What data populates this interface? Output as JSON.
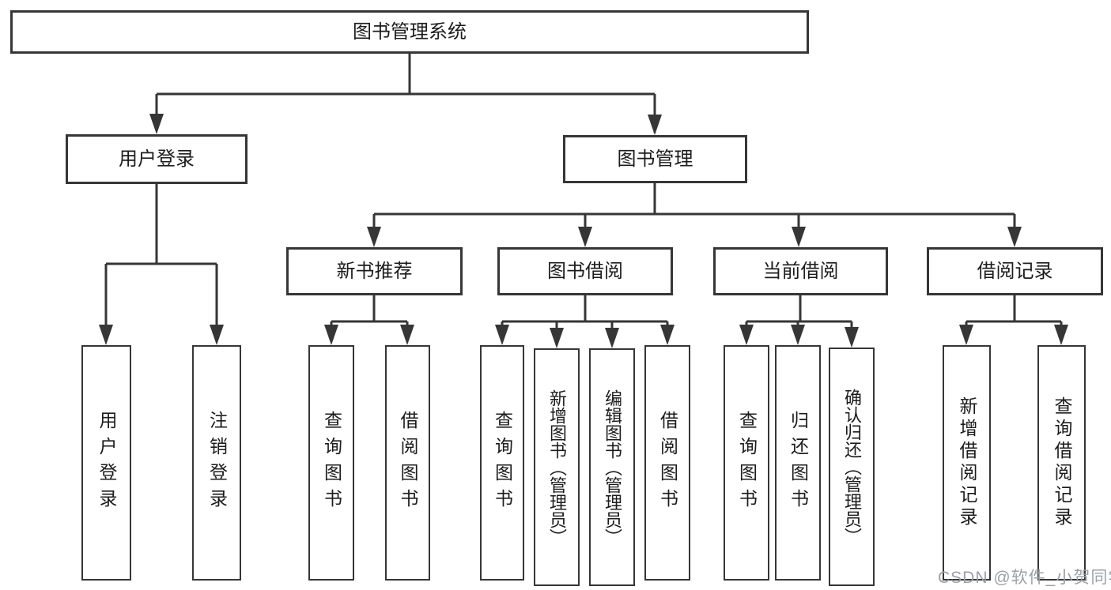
{
  "diagram": {
    "root": {
      "label": "图书管理系统"
    },
    "level2": {
      "user_login": {
        "label": "用户登录"
      },
      "book_mgmt": {
        "label": "图书管理"
      }
    },
    "level3": {
      "new_books": {
        "label": "新书推荐"
      },
      "borrowing": {
        "label": "图书借阅"
      },
      "current": {
        "label": "当前借阅"
      },
      "records": {
        "label": "借阅记录"
      }
    },
    "leaves": {
      "user_login": [
        {
          "label": "用户登录"
        },
        {
          "label": "注销登录"
        }
      ],
      "new_books": [
        {
          "label": "查询图书"
        },
        {
          "label": "借阅图书"
        }
      ],
      "borrowing": [
        {
          "label": "查询图书"
        },
        {
          "label": "新增图书（管理员）"
        },
        {
          "label": "编辑图书（管理员）"
        },
        {
          "label": "借阅图书"
        }
      ],
      "current": [
        {
          "label": "查询图书"
        },
        {
          "label": "归还图书"
        },
        {
          "label": "确认归还（管理员）"
        }
      ],
      "records": [
        {
          "label": "新增借阅记录"
        },
        {
          "label": "查询借阅记录"
        }
      ]
    },
    "watermark": "CSDN @软件_小贺同学",
    "colors": {
      "line": "#363636",
      "text": "#1c1c1c",
      "box_background": "#ffffff",
      "watermark": "#9aa1a9",
      "background": "#ffffff"
    }
  }
}
